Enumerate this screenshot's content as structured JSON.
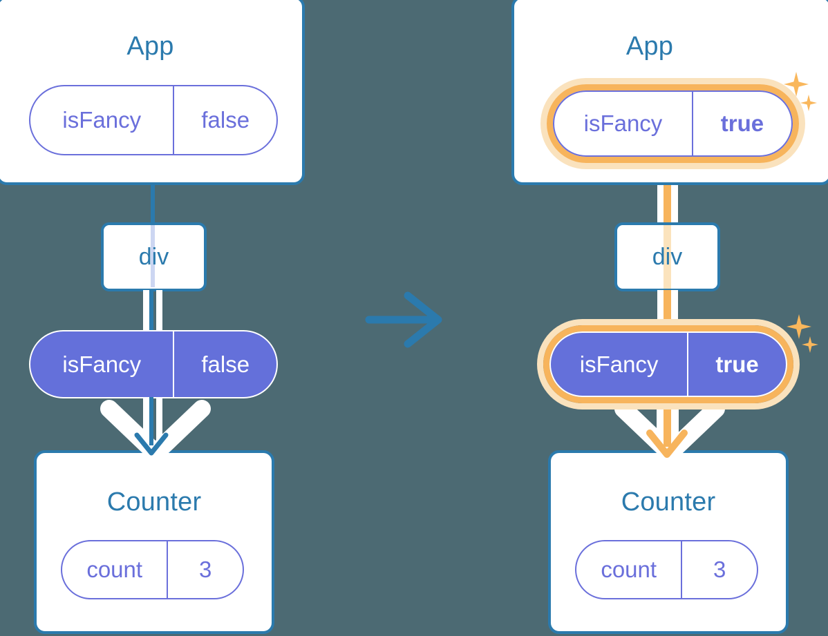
{
  "theme": {
    "background": "#4c6a73",
    "box_border": "#2b7aad",
    "title_color": "#2b7aad",
    "pill_outline": "#6a6fdb",
    "pill_filled_bg": "#6470da",
    "highlight": "#f7b45c",
    "highlight_glow": "#fae2bd",
    "connector_teal": "#2b7aad",
    "connector_white": "#ffffff"
  },
  "diagram": {
    "type": "before-after-state-propagation",
    "transition_icon": "arrow-right-icon"
  },
  "before": {
    "app": {
      "title": "App",
      "state_pill": {
        "key": "isFancy",
        "value": "false",
        "highlighted": false
      }
    },
    "div": {
      "label": "div"
    },
    "prop_pill": {
      "key": "isFancy",
      "value": "false",
      "highlighted": false
    },
    "counter": {
      "title": "Counter",
      "state_pill": {
        "key": "count",
        "value": "3",
        "highlighted": false
      }
    }
  },
  "after": {
    "app": {
      "title": "App",
      "state_pill": {
        "key": "isFancy",
        "value": "true",
        "highlighted": true
      }
    },
    "div": {
      "label": "div"
    },
    "prop_pill": {
      "key": "isFancy",
      "value": "true",
      "highlighted": true
    },
    "counter": {
      "title": "Counter",
      "state_pill": {
        "key": "count",
        "value": "3",
        "highlighted": false
      }
    }
  }
}
